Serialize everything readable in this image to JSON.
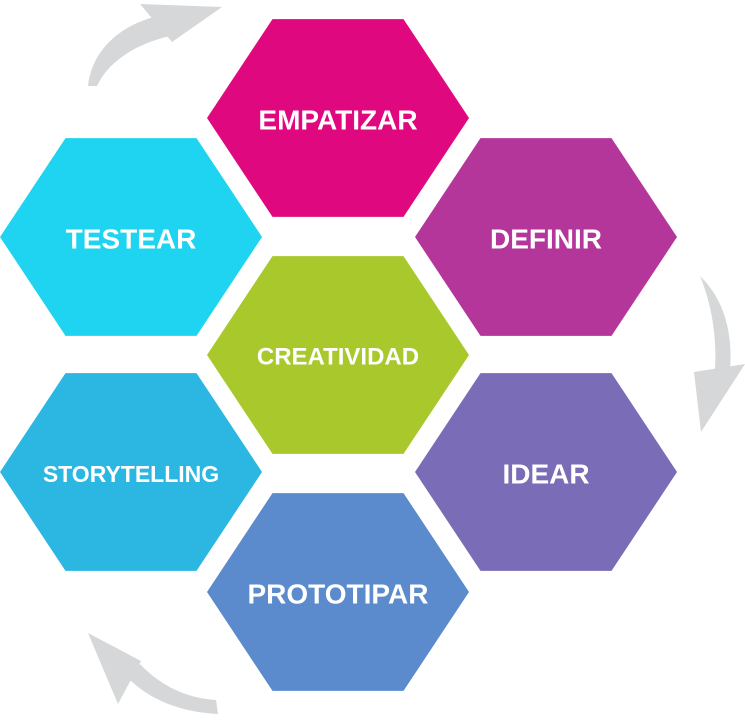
{
  "hexagons": [
    {
      "id": "empatizar",
      "label": "EMPATIZAR",
      "color": "#e0087e"
    },
    {
      "id": "testear",
      "label": "TESTEAR",
      "color": "#1fd4f0"
    },
    {
      "id": "definir",
      "label": "DEFINIR",
      "color": "#b5369b"
    },
    {
      "id": "creatividad",
      "label": "CREATIVIDAD",
      "color": "#a9c82b"
    },
    {
      "id": "storytelling",
      "label": "STORYTELLING",
      "color": "#2cb6e2"
    },
    {
      "id": "idear",
      "label": "IDEAR",
      "color": "#7a6cb6"
    },
    {
      "id": "prototipar",
      "label": "PROTOTIPAR",
      "color": "#5b8bcd"
    }
  ],
  "arrow_color": "#d6d7d8"
}
